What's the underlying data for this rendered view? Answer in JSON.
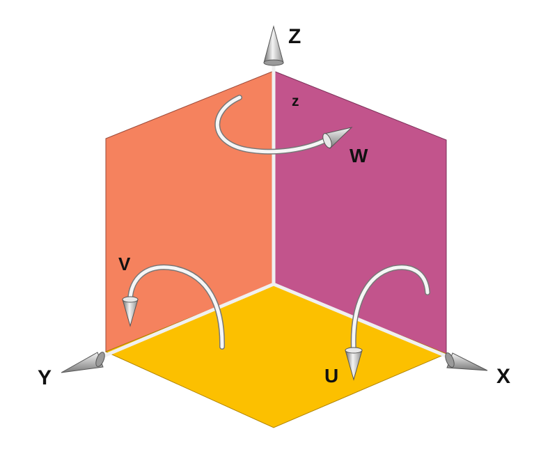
{
  "diagram": {
    "labels": {
      "z_axis": "Z",
      "x_axis": "X",
      "y_axis": "Y",
      "z_small": "z",
      "u": "U",
      "v": "V",
      "w": "W"
    },
    "colors": {
      "left_plane": "#F5825E",
      "right_plane": "#C2548C",
      "floor_plane": "#FCC000",
      "edge_line": "#F0F0F0",
      "arrow_metal": "#A0A0A0",
      "text": "#111111"
    },
    "rotations": [
      {
        "name": "W",
        "about_axis": "Z"
      },
      {
        "name": "V",
        "about_axis": "Y"
      },
      {
        "name": "U",
        "about_axis": "X"
      }
    ]
  }
}
